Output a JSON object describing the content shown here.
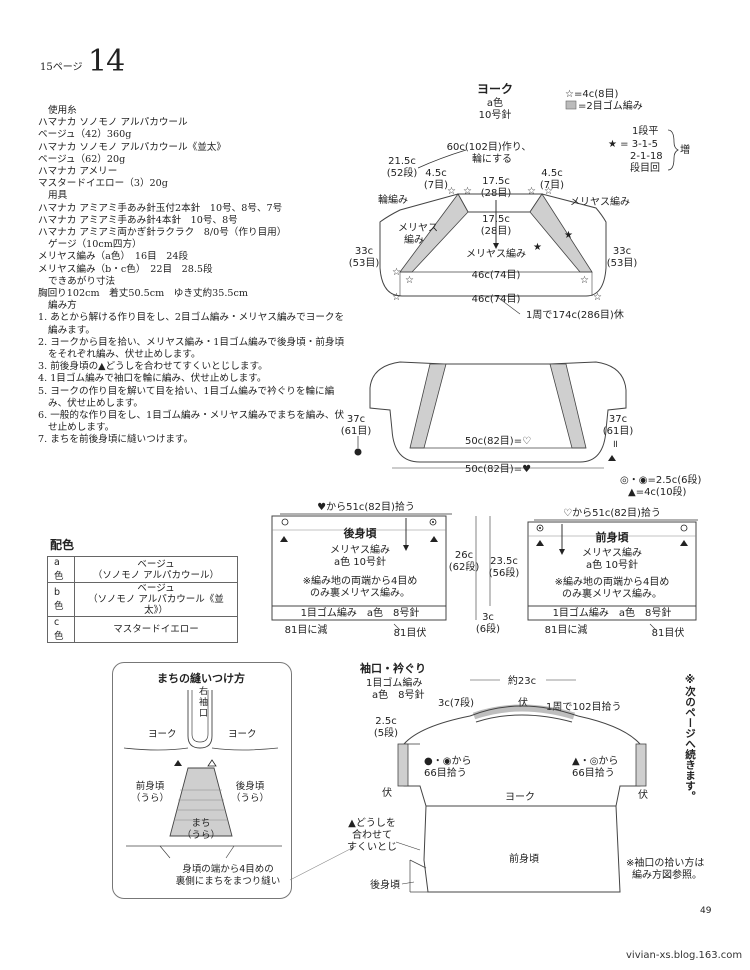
{
  "header": {
    "page_ref": "15ページ",
    "pattern_number": "14"
  },
  "materials": {
    "heading": "使用糸",
    "yarn_lines": [
      "ハマナカ ソノモノ アルパカウール",
      "ベージュ（42）360g",
      "ハマナカ ソノモノ アルパカウール《並太》",
      "ベージュ（62）20g",
      "ハマナカ アメリー",
      "マスタードイエロー（3）20g"
    ],
    "tools_heading": "用具",
    "tool_lines": [
      "ハマナカ アミアミ手あみ針玉付2本針　10号、8号、7号",
      "ハマナカ アミアミ手あみ針4本針　10号、8号",
      "ハマナカ アミアミ両かぎ針ラクラク　8/0号（作り目用）"
    ],
    "gauge_heading": "ゲージ（10cm四方）",
    "gauge_lines": [
      "メリヤス編み（a色）　16目　24段",
      "メリヤス編み（b・c色）　22目　28.5段"
    ],
    "size_heading": "できあがり寸法",
    "size_line": "胸回り102cm　着丈50.5cm　ゆき丈約35.5cm",
    "method_heading": "編み方",
    "steps": [
      "1. あとから解ける作り目をし、2目ゴム編み・メリヤス編みでヨークを編みます。",
      "2. ヨークから目を拾い、メリヤス編み・1目ゴム編みで後身頃・前身頃をそれぞれ編み、伏せ止めします。",
      "3. 前後身頃の▲どうしを合わせてすくいとじします。",
      "4. 1目ゴム編みで袖口を輪に編み、伏せ止めします。",
      "5. ヨークの作り目を解いて目を拾い、1目ゴム編みで衿ぐりを輪に編み、伏せ止めします。",
      "6. 一般的な作り目をし、1目ゴム編み・メリヤス編みでまちを編み、伏せ止めします。",
      "7. まちを前後身頃に縫いつけます。"
    ]
  },
  "color_table": {
    "title": "配色",
    "rows": [
      {
        "key": "a色",
        "line1": "ベージュ",
        "line2": "（ソノモノ アルパカウール）"
      },
      {
        "key": "b色",
        "line1": "ベージュ",
        "line2": "（ソノモノ アルパカウール《並太》）"
      },
      {
        "key": "c色",
        "line1": "マスタードイエロー",
        "line2": ""
      }
    ]
  },
  "yoke": {
    "title": "ヨーク",
    "color": "a色",
    "needle": "10号針",
    "legend_star": "☆=4c(8目)",
    "legend_rib": "=2目ゴム編み",
    "inc_label_1": "1段平",
    "inc_label_2": "★ = 3-1-5",
    "inc_label_3": "2-1-18",
    "inc_label_4": "段目回",
    "inc_label_side": "増",
    "top_cast": "60c(102目)作り、",
    "top_cast2": "輪にする",
    "left_21": "21.5c",
    "left_21b": "(52段)",
    "w45_l": "4.5c",
    "w45_lb": "(7目)",
    "w175": "17.5c",
    "w175b": "(28目)",
    "w45_r": "4.5c",
    "w45_rb": "(7目)",
    "rinami": "輪編み",
    "meriyasu_l": "メリヤス",
    "meriyasu_l2": "編み",
    "inner_175": "17.5c",
    "inner_175b": "(28目)",
    "meriyasu_center": "メリヤス編み",
    "meriyasu_r": "メリヤス編み",
    "side_33l": "33c",
    "side_33lb": "(53目)",
    "side_33r": "33c",
    "side_33rb": "(53目)",
    "inner_46": "46c(74目)",
    "outer_46": "46c(74目)",
    "bottom": "1周で174c(286目)休"
  },
  "yoke2": {
    "left_37": "37c",
    "left_37b": "(61目)",
    "right_37": "37c",
    "right_37b": "(61目)",
    "inner_50": "50c(82目)=♡",
    "outer_50": "50c(82目)=♥",
    "legend_1": "◎・◉=2.5c(6段)",
    "legend_2": "▲=4c(10段)"
  },
  "back": {
    "pickup": "♥から51c(82目)拾う",
    "title": "後身頃",
    "stitch": "メリヤス編み",
    "color_needle": "a色 10号針",
    "note1": "※編み地の両端から4目め",
    "note2": "のみ裏メリヤス編み。",
    "rib": "1目ゴム編み　a色　8号針",
    "dec": "81目に減",
    "bind": "81目伏",
    "h26": "26c",
    "h26b": "(62段)",
    "h235": "23.5c",
    "h235b": "(56段)",
    "h3": "3c",
    "h3b": "(6段)"
  },
  "front": {
    "pickup": "♡から51c(82目)拾う",
    "title": "前身頃",
    "stitch": "メリヤス編み",
    "color_needle": "a色 10号針",
    "note1": "※編み地の両端から4目め",
    "note2": "のみ裏メリヤス編み。",
    "rib": "1目ゴム編み　a色　8号針",
    "dec": "81目に減",
    "bind": "81目伏"
  },
  "gusset": {
    "title": "まちの縫いつけ方",
    "sleeve": "右袖口",
    "yoke_l": "ヨーク",
    "yoke_r": "ヨーク",
    "front": "前身頃",
    "front_b": "（うら）",
    "back": "後身頃",
    "back_b": "（うら）",
    "machi": "まち",
    "machi_b": "（うら）",
    "note1": "身頃の端から4目めの",
    "note2": "裏側にまちをまつり縫い"
  },
  "cuff": {
    "title": "袖口・衿ぐり",
    "rib": "1目ゴム編み",
    "color_needle": "a色　8号針",
    "approx": "約23c",
    "c3": "3c(7段)",
    "fuse_top": "伏",
    "pickup_102": "1周で102目拾う",
    "c25": "2.5c",
    "c25b": "(5段)",
    "left_pick": "●・◉から",
    "left_pick2": "66目拾う",
    "right_pick": "▲・◎から",
    "right_pick2": "66目拾う",
    "fuse_l": "伏",
    "fuse_r": "伏",
    "yoke": "ヨーク",
    "seam1": "▲どうしを",
    "seam2": "合わせて",
    "seam3": "すくいとじ",
    "front_body": "前身頃",
    "back_body": "後身頃",
    "note1": "※袖口の拾い方は",
    "note2": "編み方図参照。"
  },
  "side_note": "※次のページへ続きます。",
  "page_number": "49",
  "footer": "vivian-xs.blog.163.com"
}
